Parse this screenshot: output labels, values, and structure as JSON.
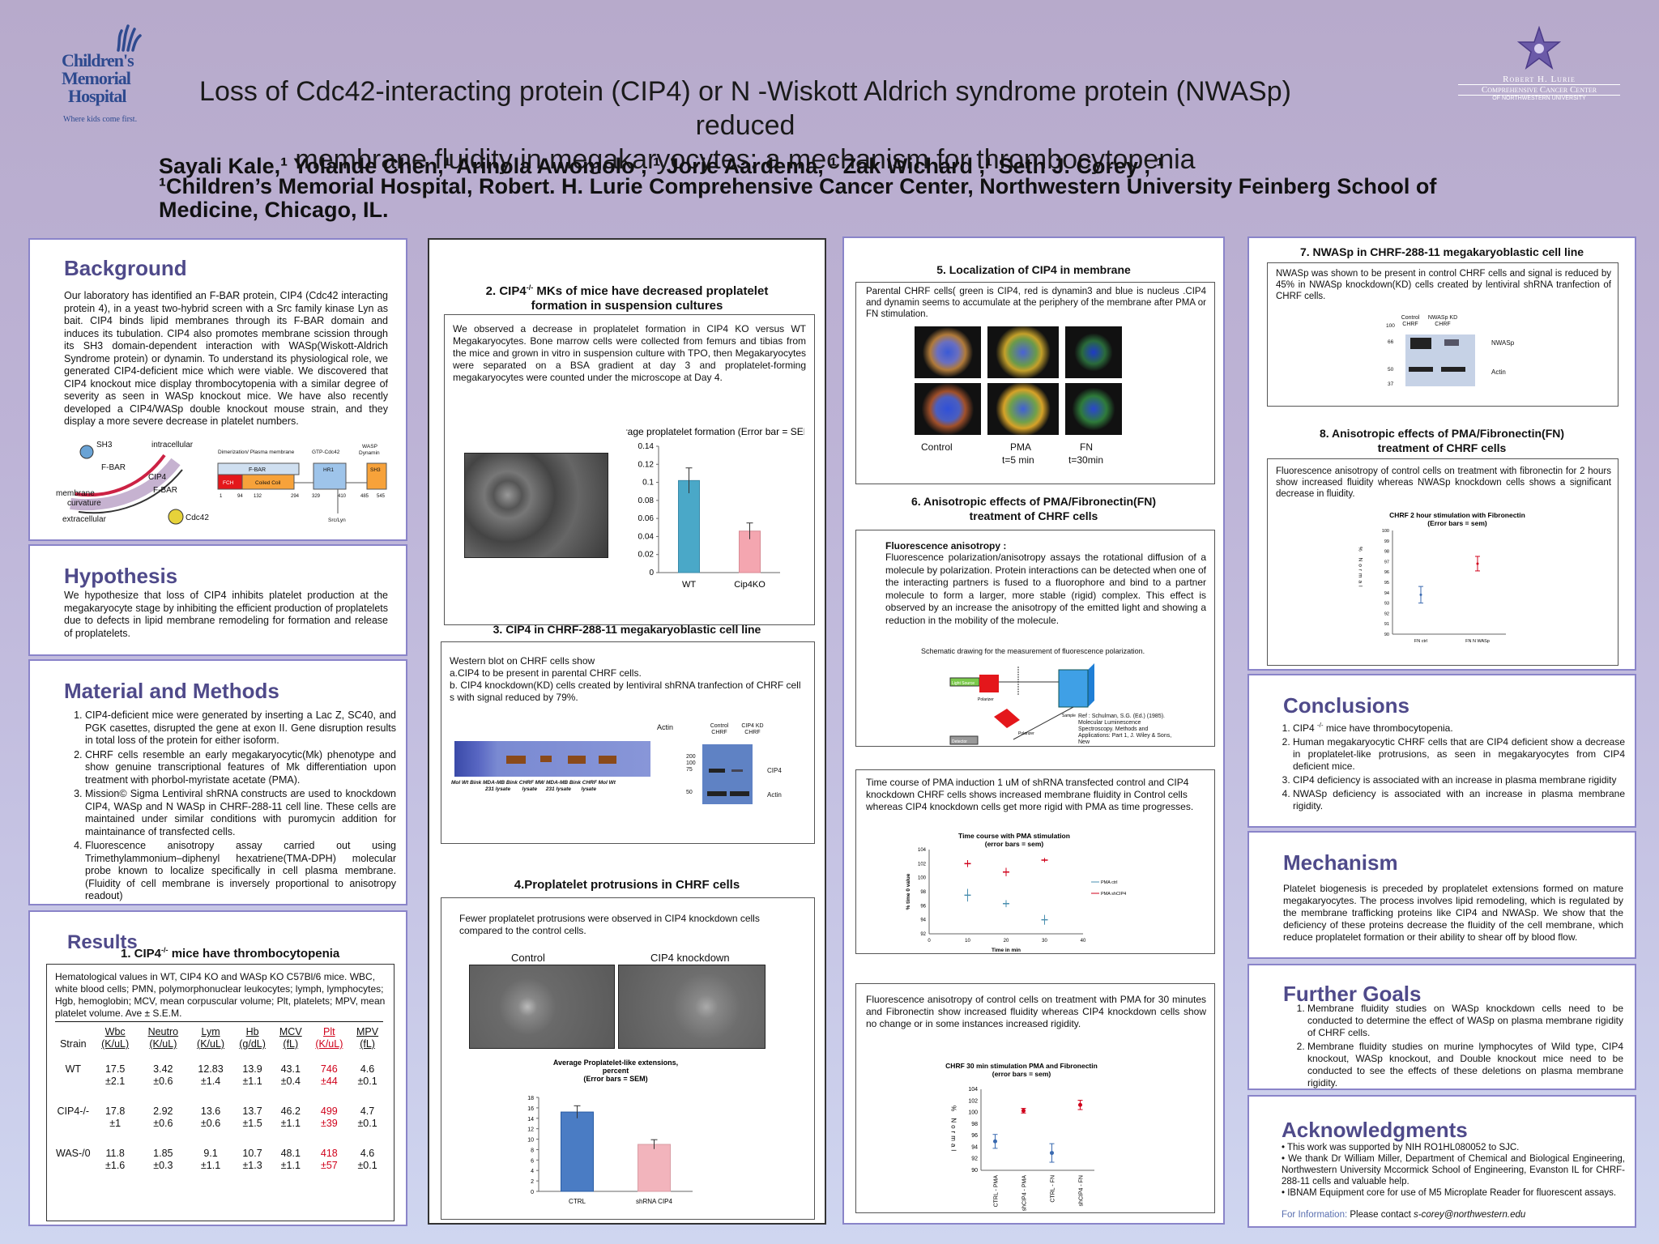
{
  "header": {
    "logo_left": {
      "line1": "Children's",
      "line2": "Memorial",
      "line3": "Hospital",
      "tagline": "Where kids come first."
    },
    "title_line1": "Loss of Cdc42-interacting protein (CIP4) or N -Wiskott Aldrich syndrome protein (NWASp) reduced",
    "title_line2": "membrane fluidity in megakaryocytes: a mechanism for thrombocytopenia",
    "authors": "Sayali Kale,¹ Yolande Chen,¹ Arinola Awomolo , ¹ Jorie Aardema, ¹ Zak Wichard ,¹ Seth J. Corey , ¹",
    "affiliation_line1": "¹Children’s Memorial Hospital, Robert. H. Lurie Comprehensive Cancer Center, Northwestern University Feinberg School of",
    "affiliation_line2": "Medicine, Chicago, IL.",
    "logo_right": {
      "line1": "Robert H. Lurie",
      "line2": "Comprehensive Cancer Center",
      "line3": "of Northwestern University"
    }
  },
  "background": {
    "heading": "Background",
    "text": "Our laboratory has identified an F-BAR protein, CIP4 (Cdc42 interacting protein 4), in a yeast two-hybrid screen with a Src family kinase Lyn as bait. CIP4 binds lipid membranes through its F-BAR domain and induces its tubulation. CIP4 also promotes membrane scission through its SH3 domain-dependent interaction with WASp(Wiskott-Aldrich Syndrome protein) or dynamin. To understand its physiological role, we generated CIP4-deficient mice which were viable. We discovered that CIP4 knockout mice display thrombocytopenia with a similar degree of severity as seen in WASp knockout mice. We have also recently developed a CIP4/WASp double knockout mouse strain, and they display a more severe decrease in platelet numbers.",
    "diagram_labels": [
      "SH3",
      "intracellular",
      "F-BAR",
      "CIP4",
      "F-BAR",
      "membrane",
      "curvature",
      "extracellular",
      "Cdc42"
    ],
    "domain_labels": {
      "dimerization": "Dimerization/ Plasma membrane",
      "gtp": "GTP-Cdc42",
      "wasp": "WASP",
      "dynamin": "Dynamin",
      "fbar": "F-BAR",
      "fch": "FCH",
      "coiled": "Coiled Coil",
      "hr1": "HR1",
      "sh3": "SH3",
      "src": "Src/Lyn",
      "numbers": [
        "1",
        "94",
        "132",
        "294",
        "329",
        "410",
        "485",
        "545"
      ]
    }
  },
  "hypothesis": {
    "heading": "Hypothesis",
    "text": "We hypothesize that loss of CIP4 inhibits platelet production at the megakaryocyte stage by inhibiting the efficient production of proplatelets due to defects in lipid membrane remodeling for formation and release of proplatelets."
  },
  "methods": {
    "heading": "Material and Methods",
    "items": [
      "CIP4-deficient mice were generated by inserting a Lac Z, SC40, and PGK casettes, disrupted the gene at exon II. Gene disruption results in total loss of the protein for either isoform.",
      "CHRF cells resemble an early megakaryocytic(Mk) phenotype and show genuine transcriptional features of Mk differentiation upon treatment with phorbol-myristate acetate (PMA).",
      "Mission© Sigma Lentiviral shRNA constructs are used to knockdown CIP4, WASp and N WASp in CHRF-288-11 cell line. These cells are maintained under similar conditions with puromycin addition for maintainance of transfected cells.",
      "Fluorescence anisotropy assay carried out using Trimethylammonium–diphenyl hexatriene(TMA-DPH) molecular probe known to localize specifically in cell plasma membrane. (Fluidity of cell membrane is inversely proportional to anisotropy readout)"
    ]
  },
  "results": {
    "heading": "Results",
    "fig_title": "1. CIP4-/- mice have thrombocytopenia",
    "caption": "Hematological values in WT, CIP4 KO and WASp KO C57Bl/6 mice. WBC, white blood cells; PMN, polymorphonuclear leukocytes; lymph, lymphocytes; Hgb, hemoglobin; MCV, mean corpuscular volume; Plt, platelets; MPV, mean platelet volume. Ave ± S.E.M.",
    "columns": [
      "Strain",
      "Wbc (K/uL)",
      "Neutro (K/uL)",
      "Lym (K/uL)",
      "Hb (g/dL)",
      "MCV (fL)",
      "Plt (K/uL)",
      "MPV (fL)"
    ],
    "rows": [
      {
        "strain": "WT",
        "mean": [
          "17.5",
          "3.42",
          "12.83",
          "13.9",
          "43.1",
          "746",
          "4.6"
        ],
        "sem": [
          "±2.1",
          "±0.6",
          "±1.4",
          "±1.1",
          "±0.4",
          "±44",
          "±0.1"
        ]
      },
      {
        "strain": "CIP4-/-",
        "mean": [
          "17.8",
          "2.92",
          "13.6",
          "13.7",
          "46.2",
          "499",
          "4.7"
        ],
        "sem": [
          "±1",
          "±0.6",
          "±0.6",
          "±1.5",
          "±1.1",
          "±39",
          "±0.1"
        ]
      },
      {
        "strain": "WAS-/0",
        "mean": [
          "11.8",
          "1.85",
          "9.1",
          "10.7",
          "48.1",
          "418",
          "4.6"
        ],
        "sem": [
          "±1.6",
          "±0.3",
          "±1.1",
          "±1.3",
          "±1.1",
          "±57",
          "±0.1"
        ]
      }
    ]
  },
  "fig2": {
    "title_line1": "2. CIP4-/- MKs of mice  have decreased proplatelet",
    "title_line2": "formation in suspension cultures",
    "text": "We observed a decrease in proplatelet formation in CIP4 KO versus WT Megakaryocytes. Bone marrow cells were collected from femurs and tibias from the mice and grown in vitro in suspension culture with TPO, then Megakaryocytes were separated on a BSA gradient at day 3 and proplatelet-forming megakaryocytes were counted under the microscope at Day 4."
  },
  "fig3": {
    "title": "3. CIP4 in CHRF-288-11 megakaryoblastic cell line",
    "text_line1": "Western blot on CHRF cells show",
    "text_line2": "a.CIP4 to be present in parental CHRF cells.",
    "text_line3": "b. CIP4 knockdown(KD) cells created by lentiviral shRNA  tranfection of CHRF cell s with signal reduced by 79%.",
    "actin_label": "Actin",
    "lane_labels": "Mol Wt   Bink   MDA-MB   Bink   CHRF  MW MDA-MB Bink  CHRF Mol Wt",
    "lane_labels2": "231 lysate        lysate      231 lysate       lysate",
    "wb_control": "Control CHRF",
    "wb_kd": "CIP4 KD CHRF",
    "wb_mw": [
      "200",
      "100",
      "75",
      "50"
    ],
    "wb_cip4": "CIP4",
    "wb_actin": "Actin"
  },
  "fig4": {
    "title": "4.Proplatelet protrusions in CHRF cells",
    "text": "Fewer proplatelet protrusions were observed in CIP4 knockdown cells compared to the control cells.",
    "img_control": "Control",
    "img_kd": "CIP4 knockdown"
  },
  "fig5": {
    "title": "5. Localization of CIP4 in membrane",
    "text": "Parental CHRF cells( green is CIP4, red is dynamin3 and blue is nucleus .CIP4 and dynamin seems to accumulate at the periphery of the membrane after PMA or FN stimulation.",
    "labels": [
      "Control",
      "PMA",
      "t=5 min",
      "FN",
      "t=30min"
    ]
  },
  "fig6": {
    "title_line1": "6. Anisotropic effects of PMA/Fibronectin(FN)",
    "title_line2": "treatment of CHRF cells",
    "fa_heading": "Fluorescence anisotropy :",
    "fa_text": "Fluorescence polarization/anisotropy assays the rotational diffusion of a molecule by polarization. Protein interactions can be detected when one of the interacting partners is fused to a fluorophore and bind to a partner molecule to form a larger, more stable (rigid) complex. This effect is observed by an  increase the anisotropy of the emitted light and showing a reduction in the mobility of the molecule.",
    "schematic_title": "Schematic drawing for the measurement of fluorescence polarization.",
    "schematic_labels": [
      "Light Source",
      "Polarizer",
      "Sample",
      "Polarizer",
      "Detector"
    ],
    "reference": "Ref : Schulman, S.G. (Ed.) (1985). Molecular Luminescence Spectroscopy. Methods and Applications: Part 1, J. Wiley & Sons, New",
    "time_text": "Time course of PMA induction 1 uM of shRNA transfected control and CIP4 knockdown CHRF cells shows increased membrane fluidity in Control cells whereas CIP4 knockdown cells get more rigid  with PMA as time progresses.",
    "fn_text": "Fluorescence anisotropy of control cells on treatment with PMA for 30 minutes and Fibronectin show increased fluidity whereas CIP4 knockdown cells show no change or in some instances increased rigidity."
  },
  "fig7": {
    "title": "7. NWASp in CHRF-288-11 megakaryoblastic cell line",
    "text": "NWASp was shown to be present in control CHRF cells and signal is reduced by 45% in NWASp knockdown(KD) cells created by lentiviral shRNA  tranfection of CHRF cells.",
    "lane1": "Control CHRF",
    "lane2": "NWASp KD CHRF",
    "mw": [
      "100",
      "66",
      "50",
      "37"
    ],
    "band1": "NWASp",
    "band2": "Actin"
  },
  "fig8": {
    "title_line1": "8. Anisotropic effects of PMA/Fibronectin(FN)",
    "title_line2": "treatment of CHRF cells",
    "text": "Fluorescence anisotropy of control cells on treatment with fibronectin for 2 hours show increased fluidity whereas NWASp knockdown cells shows a significant decrease in fluidity."
  },
  "conclusions": {
    "heading": "Conclusions",
    "items": [
      "CIP4 -/- mice have thrombocytopenia.",
      "Human megakaryocytic CHRF cells that are CIP4 deficient show a decrease in proplatelet-like protrusions, as seen in megakaryocytes from CIP4 deficient mice.",
      "CIP4 deficiency is associated with an increase in plasma membrane rigidity",
      "NWASp deficiency is associated with an increase in plasma membrane rigidity."
    ]
  },
  "mechanism": {
    "heading": "Mechanism",
    "text": "Platelet biogenesis is preceded by proplatelet extensions formed on mature megakaryocytes. The process involves lipid remodeling, which is regulated by the membrane trafficking proteins like CIP4 and NWASp. We show that the deficiency of these proteins decrease the fluidity of the cell membrane, which reduce proplatelet formation or their ability to shear off by blood flow."
  },
  "further_goals": {
    "heading": "Further Goals",
    "items": [
      "Membrane fluidity studies on WASp knockdown cells need to be conducted to determine the effect of WASp on plasma membrane rigidity of CHRF cells.",
      "Membrane fluidity studies on murine lymphocytes of Wild type, CIP4 knockout, WASp knockout, and Double knockout mice need to be conducted to see the effects of these deletions on plasma membrane rigidity."
    ]
  },
  "acknowledgments": {
    "heading": "Acknowledgments",
    "items": [
      "• This work was supported by NIH RO1HL080052 to SJC.",
      "• We thank Dr William Miller, Department of Chemical and Biological Engineering, Northwestern University Mccormick School of Engineering, Evanston IL for CHRF-288-11 cells and valuable help.",
      "• IBNAM Equipment core for use of M5 Microplate Reader for fluorescent assays."
    ],
    "contact_label": "For Information:",
    "contact_text": "Please contact",
    "contact_email": "s-corey@northwestern.edu"
  },
  "colors": {
    "accent": "#4f4a8a",
    "panel_border": "#8a84c9",
    "blue_bar": "#4aa8c8",
    "pink_bar": "#f4a6b0",
    "red": "#d0021b"
  },
  "chart_data": [
    {
      "type": "bar",
      "title": "Average proplatelet formation (Error bar = SEM)",
      "categories": [
        "WT",
        "Cip4KO"
      ],
      "values": [
        0.102,
        0.046
      ],
      "errors": [
        0.014,
        0.009
      ],
      "ylim": [
        0,
        0.14
      ],
      "yticks": [
        "0.14",
        "0.12",
        "0.1",
        "0.08",
        "0.06",
        "0.04",
        "0.02",
        "0"
      ]
    },
    {
      "type": "bar",
      "title_lines": [
        "Average Proplatelet-like extensions,",
        "percent",
        "(Error bars = SEM)"
      ],
      "categories": [
        "CTRL",
        "shRNA CIP4"
      ],
      "values": [
        15.2,
        9.0
      ],
      "errors": [
        1.2,
        0.9
      ],
      "ylim": [
        0,
        18
      ],
      "yticks": [
        "18",
        "16",
        "14",
        "12",
        "10",
        "8",
        "6",
        "4",
        "2",
        "0"
      ]
    },
    {
      "type": "scatter",
      "title_lines": [
        "Time course with PMA stimulation",
        "(error bars = sem)"
      ],
      "ylabel": "% time 0 value",
      "xlabel": "Time in min",
      "xlim": [
        0,
        40
      ],
      "ylim": [
        92,
        104
      ],
      "xticks": [
        "0",
        "10",
        "20",
        "30",
        "40"
      ],
      "yticks": [
        "104",
        "102",
        "100",
        "98",
        "96",
        "94",
        "92"
      ],
      "series": [
        {
          "name": "PMA ctrl",
          "x": [
            10,
            20,
            30
          ],
          "y": [
            97.5,
            96.3,
            94.0
          ],
          "err": [
            0.9,
            0.5,
            0.7
          ]
        },
        {
          "name": "PMA shCIP4",
          "x": [
            10,
            20,
            30
          ],
          "y": [
            102.0,
            100.8,
            102.5
          ],
          "err": [
            0.5,
            0.6,
            0.3
          ]
        }
      ]
    },
    {
      "type": "scatter",
      "title_lines": [
        "CHRF 30 min stimulation PMA and Fibronectin",
        "(error bars = sem)"
      ],
      "ylabel": "% Normal",
      "ylim": [
        90,
        104
      ],
      "yticks": [
        "104",
        "102",
        "100",
        "98",
        "96",
        "94",
        "92",
        "90"
      ],
      "categories": [
        "CTRL - PMA",
        "shCIP4 - PMA",
        "CTRL - FN",
        "shCIP4 - FN"
      ],
      "points": [
        {
          "value": 95.0,
          "err": 1.2,
          "color": "blue"
        },
        {
          "value": 100.3,
          "err": 0.4,
          "color": "red"
        },
        {
          "value": 93.0,
          "err": 1.6,
          "color": "blue"
        },
        {
          "value": 101.3,
          "err": 0.8,
          "color": "red"
        }
      ]
    },
    {
      "type": "scatter",
      "title_lines": [
        "CHRF 2 hour stimulation with Fibronectin",
        "(Error bars = sem)"
      ],
      "ylabel": "% Normal",
      "ylim": [
        90,
        100
      ],
      "yticks": [
        "100",
        "99",
        "98",
        "97",
        "96",
        "95",
        "94",
        "93",
        "92",
        "91",
        "90"
      ],
      "categories": [
        "FN ctrl",
        "FN N WASp"
      ],
      "points": [
        {
          "value": 93.8,
          "err": 0.8,
          "color": "blue"
        },
        {
          "value": 96.8,
          "err": 0.7,
          "color": "red"
        }
      ]
    }
  ]
}
